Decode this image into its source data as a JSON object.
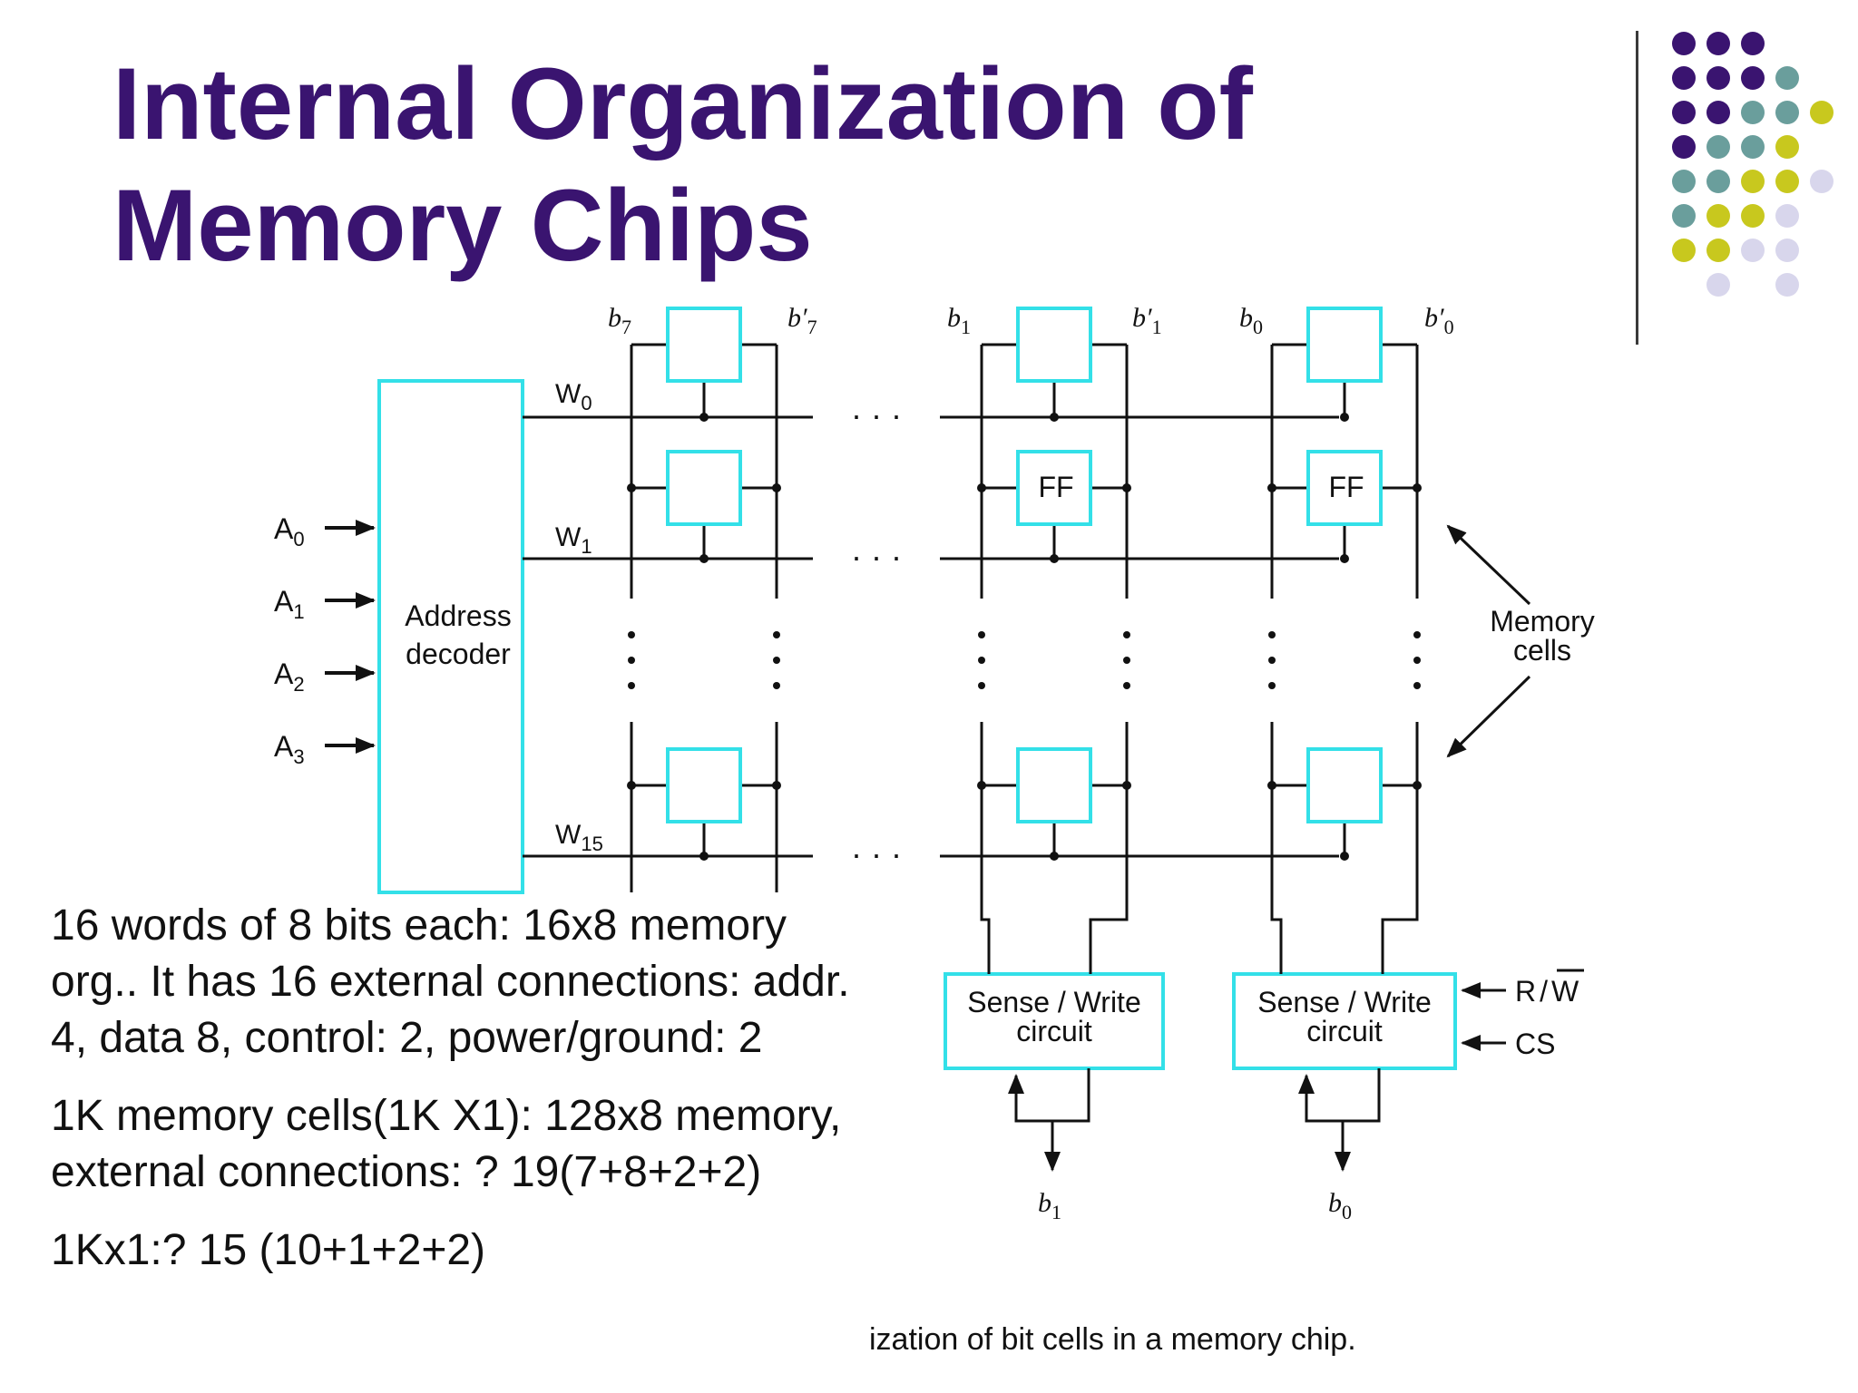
{
  "title": {
    "line1": "Internal Organization of",
    "line2": "Memory Chips"
  },
  "diagram": {
    "decoder": {
      "line1": "Address",
      "line2": "decoder"
    },
    "address_inputs": [
      {
        "base": "A",
        "sub": "0"
      },
      {
        "base": "A",
        "sub": "1"
      },
      {
        "base": "A",
        "sub": "2"
      },
      {
        "base": "A",
        "sub": "3"
      }
    ],
    "word_lines": [
      {
        "base": "W",
        "sub": "0"
      },
      {
        "base": "W",
        "sub": "1"
      },
      {
        "base": "W",
        "sub": "15"
      }
    ],
    "bit_lines": [
      {
        "base": "b",
        "sub": "7"
      },
      {
        "base": "b′",
        "sub": "7"
      },
      {
        "base": "b",
        "sub": "1"
      },
      {
        "base": "b′",
        "sub": "1"
      },
      {
        "base": "b",
        "sub": "0"
      },
      {
        "base": "b′",
        "sub": "0"
      }
    ],
    "cell_label": "FF",
    "memory_cells": {
      "line1": "Memory",
      "line2": "cells"
    },
    "sense_write": {
      "line1": "Sense / Write",
      "line2": "circuit"
    },
    "control": {
      "rw_r": "R",
      "rw_slash": "/",
      "rw_w": "W",
      "cs": "CS"
    },
    "outputs": [
      {
        "base": "b",
        "sub": "1"
      },
      {
        "base": "b",
        "sub": "0"
      }
    ],
    "ellipsis": "· · ·",
    "caption": "ization of bit cells in a memory chip."
  },
  "notes": [
    "16 words of 8 bits each: 16x8 memory org.. It has 16 external connections: addr. 4, data 8, control: 2, power/ground: 2",
    "1K memory cells(1K X1): 128x8 memory, external connections: ? 19(7+8+2+2)",
    "1Kx1:? 15 (10+1+2+2)"
  ],
  "colors": {
    "title": "#3a1470",
    "box": "#33e0e8",
    "dot_purple": "#3a1470",
    "dot_teal": "#6a9e9c",
    "dot_yellow": "#c8c81e",
    "dot_lavender": "#d8d6ec"
  }
}
